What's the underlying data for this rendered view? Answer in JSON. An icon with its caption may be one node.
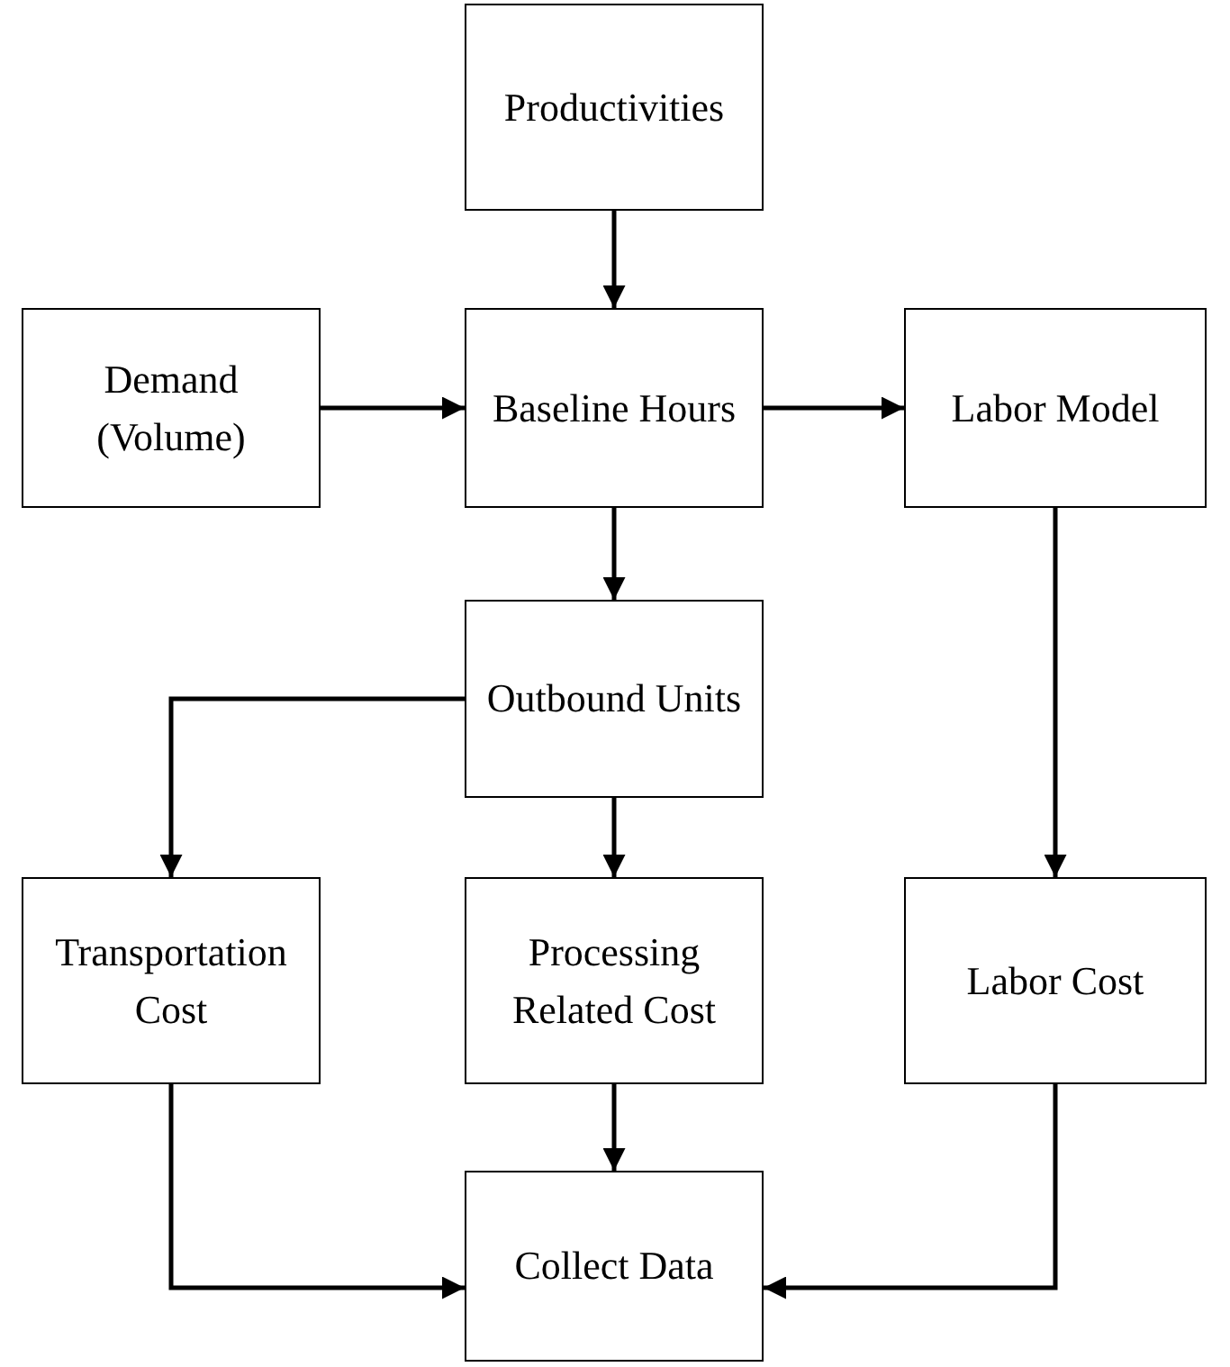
{
  "diagram": {
    "nodes": [
      {
        "text": [
          "Productivities"
        ]
      },
      {
        "text": [
          "Demand (Volume)"
        ]
      },
      {
        "text": [
          "Baseline Hours"
        ]
      },
      {
        "text": [
          "Labor Model"
        ]
      },
      {
        "text": [
          "Outbound Units"
        ]
      },
      {
        "text": [
          "Transportation Cost"
        ]
      },
      {
        "text": [
          "Processing Related Cost"
        ]
      },
      {
        "text": [
          "Labor Cost"
        ]
      },
      {
        "text": [
          "Collect Data"
        ]
      }
    ],
    "edges": [
      {
        "from": 0,
        "to": 2,
        "arrow": "to"
      },
      {
        "from": 1,
        "to": 2,
        "arrow": "to"
      },
      {
        "from": 2,
        "to": 3,
        "arrow": "to"
      },
      {
        "from": 2,
        "to": 4,
        "arrow": "to"
      },
      {
        "from": 4,
        "to": 5,
        "arrow": "to"
      },
      {
        "from": 4,
        "to": 6,
        "arrow": "to"
      },
      {
        "from": 3,
        "to": 7,
        "arrow": "to"
      },
      {
        "from": 6,
        "to": 8,
        "arrow": "to"
      },
      {
        "from": 5,
        "to": 8,
        "arrow": "to"
      },
      {
        "from": 7,
        "to": 8,
        "arrow": "to"
      }
    ]
  }
}
